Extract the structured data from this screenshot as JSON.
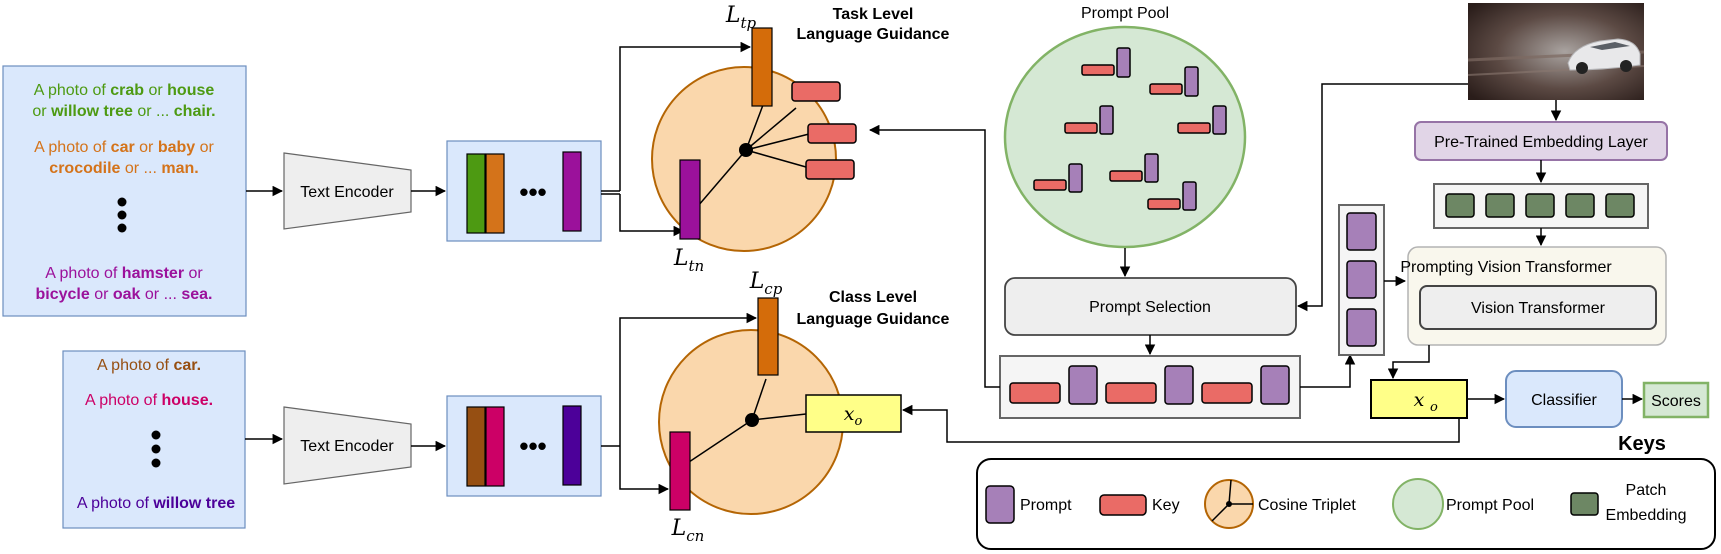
{
  "colors": {
    "green_text": "#4d9a12",
    "orange_text": "#d4731a",
    "purple_text": "#9b119b",
    "brown_text": "#964f12",
    "pink_text": "#cc0066",
    "indigo_text": "#4c0099",
    "panel_fill": "#dae8fc",
    "panel_stroke": "#6c8ebf",
    "prompt": "#a680b8",
    "key": "#ea6b66",
    "pool_fill": "#d5e8d4",
    "pool_stroke": "#82b366",
    "sphere_fill": "#fad7ac",
    "sphere_stroke": "#b46504",
    "embed": "#6d8764",
    "xo_fill": "#ffff88"
  },
  "task_prompts": {
    "line1": {
      "pre": "A photo of ",
      "w1": "crab",
      "mid": " or ",
      "w2": "house"
    },
    "line2": {
      "pre": "or ",
      "w1": "willow tree",
      "mid": " or ... ",
      "w2": "chair."
    },
    "line3": {
      "pre": "A photo of ",
      "w1": "car",
      "mid": " or ",
      "w2": "baby",
      "post": " or"
    },
    "line4": {
      "w1": "crocodile",
      "mid": " or ... ",
      "w2": "man."
    },
    "line5": {
      "pre": "A photo of ",
      "w1": "hamster",
      "post": " or"
    },
    "line6": {
      "w1": "bicycle",
      "mid1": " or ",
      "w2": "oak",
      "mid2": " or ... ",
      "w3": "sea."
    }
  },
  "class_prompts": {
    "line1": {
      "pre": "A photo of ",
      "w": "car."
    },
    "line2": {
      "pre": "A photo of ",
      "w": "house."
    },
    "line3": {
      "pre": "A photo of ",
      "w": "willow tree"
    }
  },
  "text_encoder_label": "Text Encoder",
  "ellipsis": "•••",
  "task_guidance": {
    "line1": "Task Level",
    "line2": "Language Guidance"
  },
  "class_guidance": {
    "line1": "Class Level",
    "line2": "Language Guidance"
  },
  "loss_labels": {
    "tp": {
      "base": "L",
      "sub": "tp"
    },
    "tn": {
      "base": "L",
      "sub": "tn"
    },
    "cp": {
      "base": "L",
      "sub": "cp"
    },
    "cn": {
      "base": "L",
      "sub": "cn"
    }
  },
  "xo": {
    "base": "x",
    "sub": "o"
  },
  "prompt_pool_title": "Prompt Pool",
  "prompt_selection_label": "Prompt Selection",
  "embedding_layer_label": "Pre-Trained Embedding Layer",
  "prompting_vit_label": "Prompting Vision Transformer",
  "vit_label": "Vision Transformer",
  "classifier_label": "Classifier",
  "scores_label": "Scores",
  "keys": {
    "title": "Keys",
    "prompt": "Prompt",
    "key": "Key",
    "cosine_triplet": "Cosine Triplet",
    "prompt_pool": "Prompt Pool",
    "patch_embedding_line1": "Patch",
    "patch_embedding_line2": "Embedding"
  }
}
